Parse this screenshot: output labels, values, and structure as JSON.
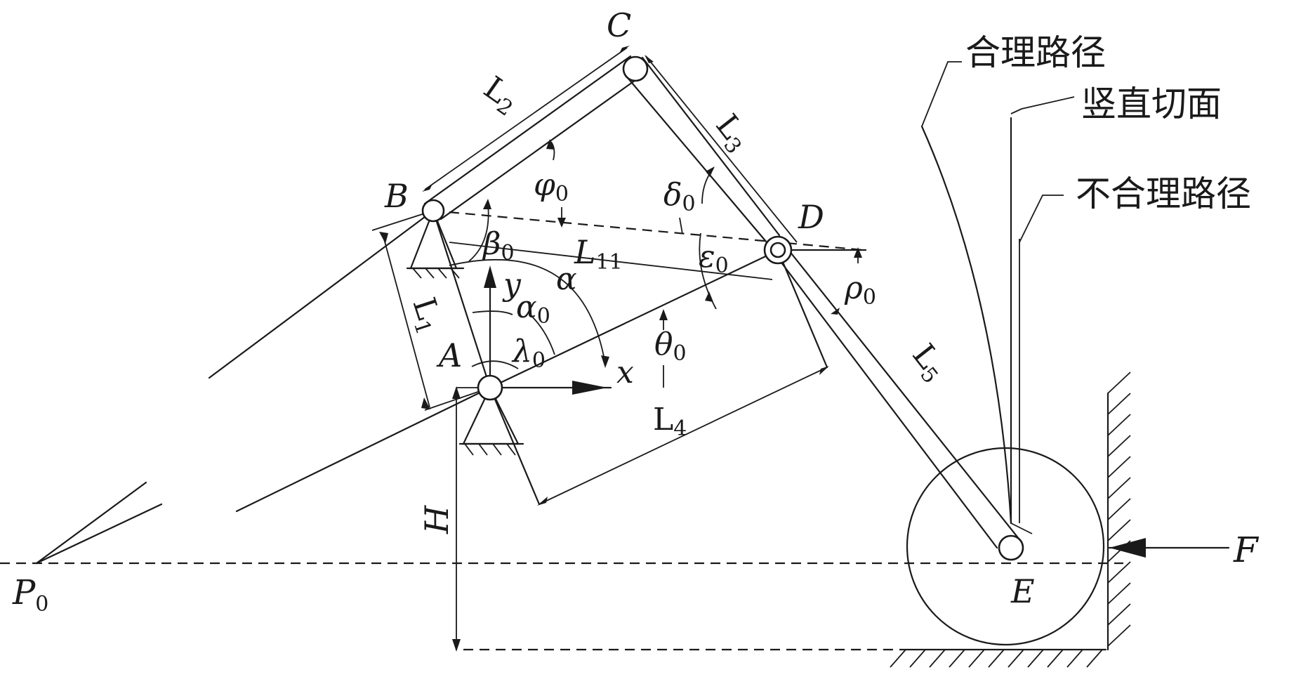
{
  "points": {
    "A": "A",
    "B": "B",
    "C": "C",
    "D": "D",
    "E": "E",
    "P0": "P",
    "P0_sub": "0"
  },
  "lengths": {
    "L1": "L",
    "L1_sub": "1",
    "L2": "L",
    "L2_sub": "2",
    "L3": "L",
    "L3_sub": "3",
    "L4": "L",
    "L4_sub": "4",
    "L5": "L",
    "L5_sub": "5",
    "L11": "L",
    "L11_sub": "11",
    "H": "H"
  },
  "angles": {
    "alpha": "α",
    "alpha0": "α",
    "alpha0_sub": "0",
    "beta0": "β",
    "beta0_sub": "0",
    "phi0": "φ",
    "phi0_sub": "0",
    "delta0": "δ",
    "delta0_sub": "0",
    "epsilon0": "ε",
    "epsilon0_sub": "0",
    "rho0": "ρ",
    "rho0_sub": "0",
    "theta0": "θ",
    "theta0_sub": "0",
    "lambda0": "λ",
    "lambda0_sub": "0"
  },
  "axes": {
    "x": "x",
    "y": "y"
  },
  "force": "F",
  "annotations": {
    "reasonable_path": "合理路径",
    "vertical_section": "竖直切面",
    "unreasonable_path": "不合理路径"
  }
}
